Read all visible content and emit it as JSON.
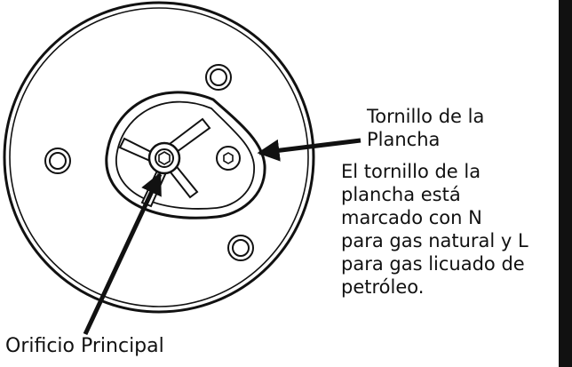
{
  "labels": {
    "screw_title": "Tornillo de la\nPlancha",
    "screw_description": "El tornillo de la\nplancha está\nmarcado con N\npara gas natural y L\npara gas licuado de\npetróleo.",
    "main_orifice": "Orificio Principal"
  },
  "colors": {
    "line": "#111111",
    "background": "#ffffff"
  }
}
